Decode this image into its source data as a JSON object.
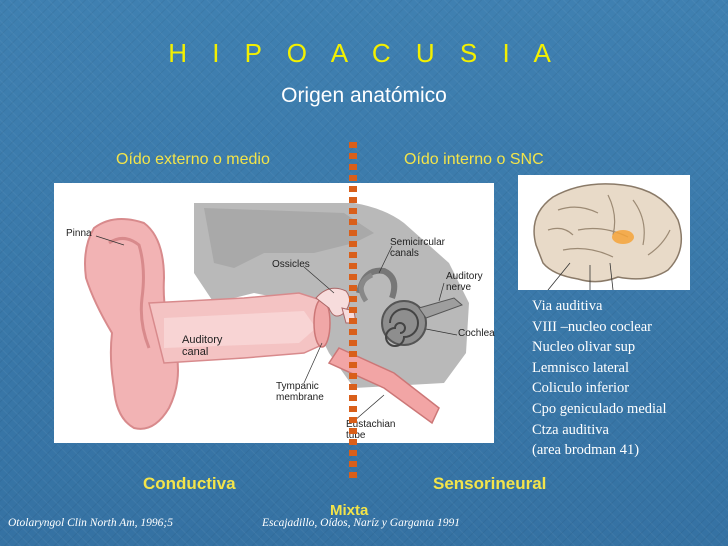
{
  "slide": {
    "title": "H I P O A C U S I A",
    "subtitle": "Origen anatómico",
    "left_section": "Oído externo o medio",
    "right_section": "Oído interno o SNC"
  },
  "ear_diagram": {
    "labels": {
      "pinna": "Pinna",
      "ossicles": "Ossicles",
      "semicircular_canals_1": "Semicircular",
      "semicircular_canals_2": "canals",
      "auditory_nerve_1": "Auditory",
      "auditory_nerve_2": "nerve",
      "cochlea": "Cochlea",
      "auditory_canal_1": "Auditory",
      "auditory_canal_2": "canal",
      "tympanic_membrane_1": "Tympanic",
      "tympanic_membrane_2": "membrane",
      "eustachian_tube_1": "Eustachian",
      "eustachian_tube_2": "tube"
    }
  },
  "pathway": [
    "Via auditiva",
    "VIII –nucleo coclear",
    "Nucleo olivar sup",
    "Lemnisco lateral",
    "Coliculo inferior",
    "Cpo geniculado medial",
    "Ctza auditiva",
    "(area brodman 41)"
  ],
  "hearing_loss_types": {
    "conductive": "Conductiva",
    "sensorineural": "Sensorineural",
    "mixed": "Mixta"
  },
  "references": {
    "left": "Otolaryngol Clin North Am, 1996;5",
    "center": "Escajadillo, Oídos, Naríz y Garganta 1991"
  },
  "colors": {
    "title": "#f3f000",
    "section_text": "#f3e44a",
    "divider": "#d95f1a",
    "background": "#3a78a8"
  }
}
